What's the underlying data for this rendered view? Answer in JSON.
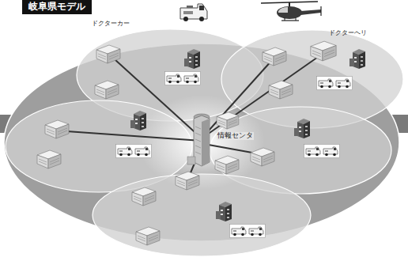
{
  "diagram": {
    "title": "岐阜県モデル",
    "labels": [
      "ドクターカー",
      "ドクターヘリ",
      "情報センタ"
    ]
  }
}
